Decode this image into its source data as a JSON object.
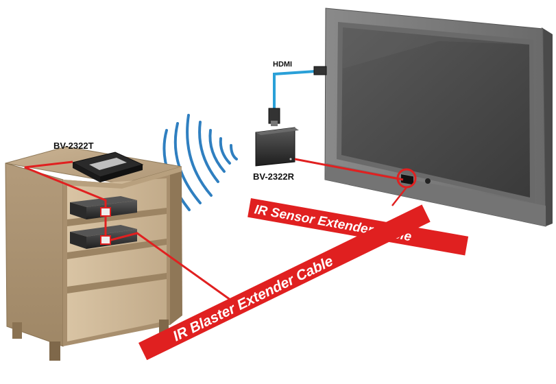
{
  "labels": {
    "transmitter": "BV-2322T",
    "receiver": "BV-2322R",
    "hdmi": "HDMI",
    "ir_sensor_cable": "IR Sensor Extender Cable",
    "ir_blaster_cable": "IR Blaster Extender Cable"
  },
  "colors": {
    "cable_red": "#e02020",
    "hdmi_cable": "#2aa0d8",
    "wireless_waves": "#2f7fc0",
    "cabinet_wood": "#a8906f",
    "tv_frame": "#6e6e6e"
  },
  "icons": {
    "wireless_signal": "wireless-waves-icon"
  }
}
